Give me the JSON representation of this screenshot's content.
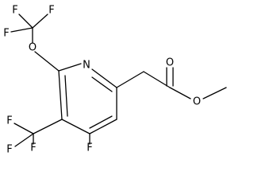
{
  "molecule": {
    "atom_labels": {
      "f_top_left": "F",
      "f_top_right": "F",
      "f_top_lower": "F",
      "ether_oxygen": "O",
      "ring_nitrogen": "N",
      "f_mid_left": "F",
      "f_mid_lower": "F",
      "f_bottom": "F",
      "ring_fluorine": "F",
      "carbonyl_oxygen": "O",
      "ester_oxygen": "O"
    }
  }
}
